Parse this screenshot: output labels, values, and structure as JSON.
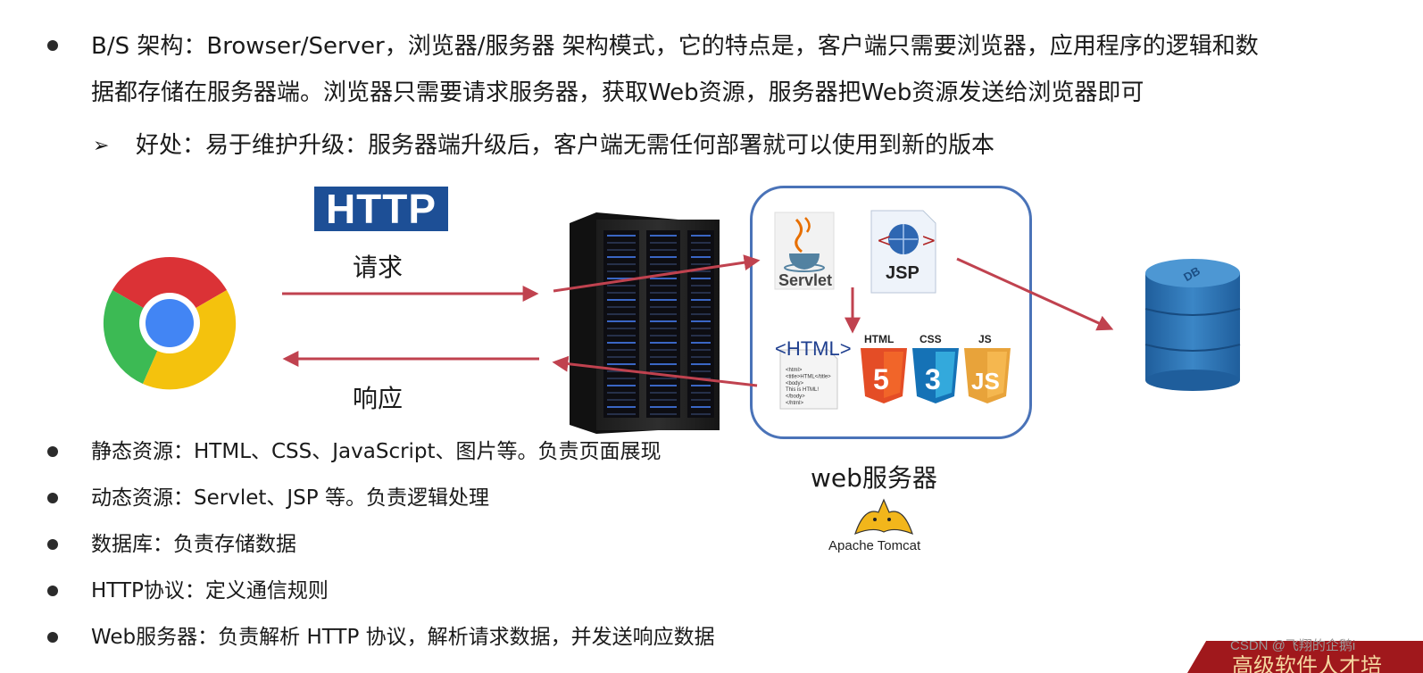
{
  "intro": {
    "line1": "B/S 架构：Browser/Server，浏览器/服务器 架构模式，它的特点是，客户端只需要浏览器，应用程序的逻辑和数",
    "line2": "据都存储在服务器端。浏览器只需要请求服务器，获取Web资源，服务器把Web资源发送给浏览器即可",
    "sub_arrow": "➢",
    "sub_point": "好处：易于维护升级：服务器端升级后，客户端无需任何部署就可以使用到新的版本"
  },
  "diagram": {
    "http_badge": "HTTP",
    "request_label": "请求",
    "response_label": "响应",
    "servlet_label": "Servlet",
    "jsp_label": "JSP",
    "html_tag_label": "<HTML>",
    "html_snippet": [
      "<html>",
      "<title>HTML</title>",
      "<body>",
      "This is HTML!",
      "</body>",
      "</html>"
    ],
    "html5_label": "HTML",
    "css3_label": "CSS",
    "js_label": "JS",
    "db_label": "DB",
    "web_server_label": "web服务器",
    "tomcat_label": "Apache Tomcat"
  },
  "bullets": [
    "静态资源：HTML、CSS、JavaScript、图片等。负责页面展现",
    "动态资源：Servlet、JSP 等。负责逻辑处理",
    "数据库：负责存储数据",
    "HTTP协议：定义通信规则",
    "Web服务器：负责解析 HTTP 协议，解析请求数据，并发送响应数据"
  ],
  "watermark": "CSDN @飞翔的企鹅i",
  "corner_banner_text": "高级软件人才培",
  "colors": {
    "http_blue": "#1d4f96",
    "arrow_red": "#c0424f",
    "box_blue": "#4a73b8",
    "db_blue": "#2a6cae",
    "banner_red": "#a0181c"
  },
  "icons": {
    "browser": "chrome-icon",
    "server": "server-rack-icon",
    "servlet": "java-cup-icon",
    "jsp": "jsp-globe-icon",
    "html_doc": "html-document-icon",
    "html5": "html5-shield-icon",
    "css3": "css3-shield-icon",
    "js": "js-shield-icon",
    "database": "database-cylinder-icon",
    "tomcat": "tomcat-cat-icon"
  }
}
